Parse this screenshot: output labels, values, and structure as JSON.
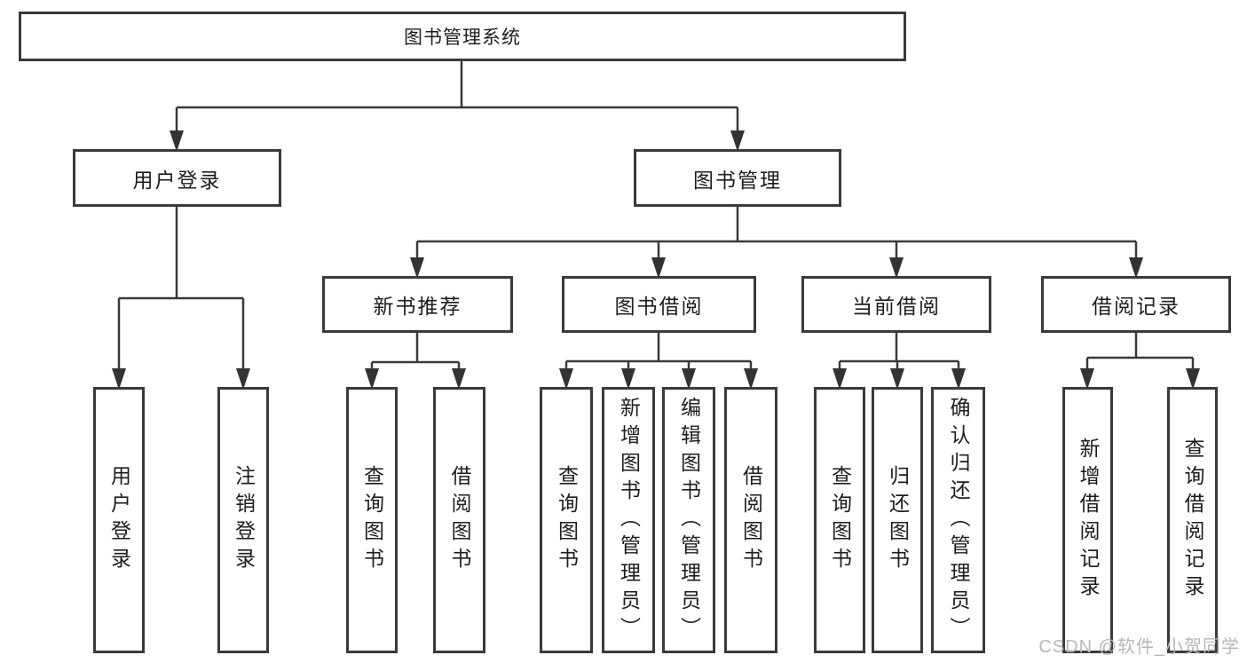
{
  "colors": {
    "line": "#3a3a3a",
    "box_border": "#3a3a3a",
    "text": "#1d1d1f",
    "watermark": "#b3b7be",
    "background": "#ffffff"
  },
  "watermark": "CSDN @软件_小贺同学",
  "tree": {
    "root": {
      "label": "图书管理系统"
    },
    "branches": [
      {
        "label": "用户登录",
        "leaves": [
          "用户登录",
          "注销登录"
        ]
      },
      {
        "label": "图书管理",
        "children": [
          {
            "label": "新书推荐",
            "leaves": [
              "查询图书",
              "借阅图书"
            ]
          },
          {
            "label": "图书借阅",
            "leaves": [
              "查询图书",
              "新增图书（管理员）",
              "编辑图书（管理员）",
              "借阅图书"
            ]
          },
          {
            "label": "当前借阅",
            "leaves": [
              "查询图书",
              "归还图书",
              "确认归还（管理员）"
            ]
          },
          {
            "label": "借阅记录",
            "leaves": [
              "新增借阅记录",
              "查询借阅记录"
            ]
          }
        ]
      }
    ]
  }
}
